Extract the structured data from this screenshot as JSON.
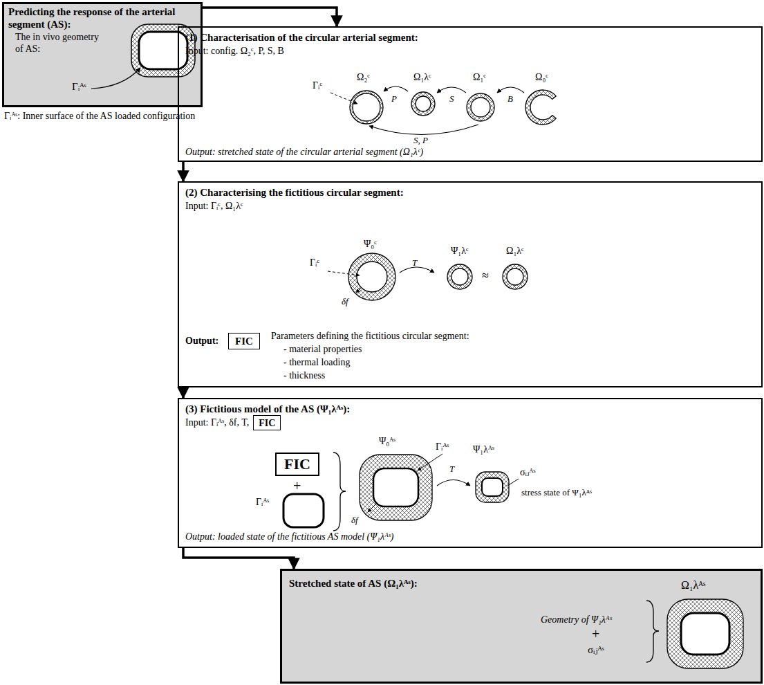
{
  "diagram": {
    "nodes": [
      {
        "text": [
          "Predicting the response of the arterial segment (AS):",
          "The in vivo geometry of AS:",
          "Γᵢᴬˢ"
        ]
      },
      {
        "text": [
          "(1) Characterisation of the circular arterial segment:",
          "Input: config. Ω₂ᶜ, P, S, B",
          "Output: stretched state of the circular arterial segment (Ω₁λᶜ)"
        ]
      },
      {
        "text": [
          "(2) Characterising the fictitious circular segment:",
          "Input: Γᵢᶜ, Ω₁λᶜ",
          "Output:",
          "Parameters defining the fictitious circular segment:",
          "- material properties",
          "- thermal loading",
          "- thickness"
        ]
      },
      {
        "text": [
          "FIC"
        ],
        "in": 2
      },
      {
        "text": [
          "(3) Fictitious model of the AS (Ψ₁λᴬˢ):",
          "Input: Γᵢᴬˢ, δf, T,",
          "Output: loaded state of the fictitious AS model (Ψ₁λᴬˢ)"
        ]
      },
      {
        "text": [
          "FIC"
        ],
        "in": 4
      },
      {
        "text": [
          "FIC"
        ],
        "in": 4
      },
      {
        "text": [
          "Stretched state of AS (Ω₁λᴬˢ):",
          "Geometry of Ψ₁λᴬˢ",
          "+",
          "σᵢⱼᴬˢ",
          "Ω₁λᴬˢ"
        ]
      }
    ],
    "edges": [
      {
        "from": 0,
        "to": 1,
        "arrow": "to"
      },
      {
        "from": 1,
        "to": 2,
        "arrow": "to"
      },
      {
        "from": 2,
        "to": 4,
        "arrow": "to"
      },
      {
        "from": 4,
        "to": 7,
        "arrow": "to"
      }
    ],
    "labels": [
      "Γᵢᴬˢ: Inner surface of the AS loaded configuration",
      "Γᵢᶜ",
      "Ω₂ᶜ",
      "Ω₁λᶜ",
      "Ω₁ᶜ",
      "Ω₀ᶜ",
      "P",
      "S",
      "B",
      "S, P",
      "Ψ₀ᶜ",
      "Γᵢᶜ",
      "δf",
      "T",
      "Ψ₁λᶜ",
      "≈",
      "Ω₁λᶜ",
      "+",
      "Γᵢᴬˢ",
      "Ψ₀ᴬˢ",
      "Γᵢᴬˢ",
      "δf",
      "T",
      "Ψ₁λᴬˢ",
      "σᵢⱼᴬˢ",
      "stress state of Ψ₁λᴬˢ"
    ]
  }
}
